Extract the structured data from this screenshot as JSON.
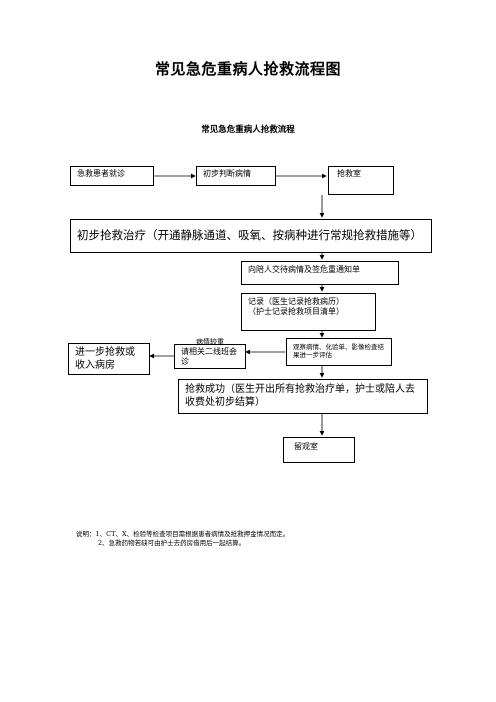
{
  "title": "常见急危重病人抢救流程图",
  "subtitle": "常见急危重病人抢救流程",
  "boxes": {
    "patient": "急救患者就诊",
    "assess": "初步判断病情",
    "rescue_room": "抢救室",
    "initial_treatment": "初步抢救治疗（开通静脉通道、吸氧、按病种进行常规抢救措施等）",
    "notify": "向陪人交待病情及签危重通知单",
    "record_line1": "记录（医生记录抢救病历）",
    "record_line2": "（护士记录抢救项目清单）",
    "further": "进一步抢救或收入病房",
    "consult": "请相关二线班会诊",
    "observe": "观察病情、化验单、影像检查结果进一步评估",
    "success": "抢救成功（医生开出所有抢救治疗单，护士或陪人去收费处初步结算）",
    "observation_room": "留观室"
  },
  "labels": {
    "stable": "病情较重"
  },
  "notes": {
    "line1": "说明：1、CT、X、检验等检查项目需根据患者病情及抢救押金情况而定。",
    "line2": "2、急救药物若缺可由护士去药房借用后一起结算。"
  }
}
